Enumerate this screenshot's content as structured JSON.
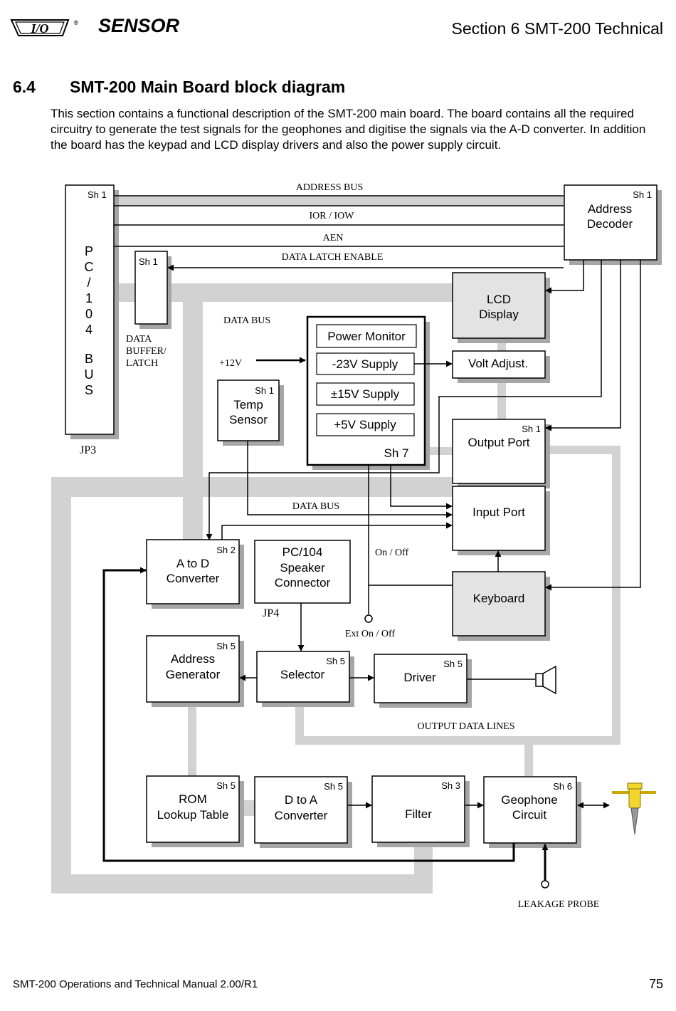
{
  "header": {
    "logo_text": "I/O",
    "registered_mark": "®",
    "brand": "SENSOR",
    "section": "Section 6 SMT-200 Technical"
  },
  "section": {
    "number": "6.4",
    "title": "SMT-200 Main Board block diagram",
    "intro": "This section contains a functional description of the SMT-200 main board. The board contains all the required circuitry to generate the test signals for the geophones and digitise the signals via the A-D converter. In addition the board has the keypad and LCD display drivers and also the power supply circuit."
  },
  "diagram": {
    "pc104": {
      "sheet": "Sh 1",
      "letters": [
        "P",
        "C",
        "/",
        "1",
        "0",
        "4",
        "B",
        "U",
        "S"
      ],
      "jp": "JP3"
    },
    "address_decoder": {
      "sheet": "Sh 1",
      "line1": "Address",
      "line2": "Decoder"
    },
    "data_buffer": {
      "sheet": "Sh 1",
      "line1": "DATA",
      "line2": "BUFFER/",
      "line3": "LATCH"
    },
    "bus_labels": {
      "address_bus": "ADDRESS BUS",
      "ior_iow": "IOR / IOW",
      "aen": "AEN",
      "data_latch_enable": "DATA  LATCH ENABLE",
      "data_bus_top": "DATA  BUS",
      "data_bus_mid": "DATA  BUS",
      "plus12v": "+12V",
      "output_data_lines": "OUTPUT DATA LINES",
      "on_off": "On / Off",
      "ext_on_off": "Ext On / Off",
      "leakage_probe": "LEAKAGE PROBE"
    },
    "lcd": {
      "line1": "LCD",
      "line2": "Display"
    },
    "power": {
      "power_monitor": "Power Monitor",
      "minus23": "-23V Supply",
      "pm15": "±15V Supply",
      "plus5": "+5V Supply",
      "sheet": "Sh 7"
    },
    "volt_adjust": "Volt Adjust.",
    "temp_sensor": {
      "sheet": "Sh 1",
      "line1": "Temp",
      "line2": "Sensor"
    },
    "output_port": {
      "sheet": "Sh 1",
      "label": "Output Port"
    },
    "input_port": {
      "label": "Input Port"
    },
    "keyboard": {
      "label": "Keyboard"
    },
    "a_to_d": {
      "sheet": "Sh 2",
      "line1": "A to D",
      "line2": "Converter"
    },
    "speaker_conn": {
      "line1": "PC/104",
      "line2": "Speaker",
      "line3": "Connector",
      "jp": "JP4"
    },
    "address_gen": {
      "sheet": "Sh 5",
      "line1": "Address",
      "line2": "Generator"
    },
    "selector": {
      "sheet": "Sh 5",
      "label": "Selector"
    },
    "driver": {
      "sheet": "Sh 5",
      "label": "Driver"
    },
    "rom": {
      "sheet": "Sh 5",
      "line1": "ROM",
      "line2": "Lookup Table"
    },
    "d_to_a": {
      "sheet": "Sh 5",
      "line1": "D to A",
      "line2": "Converter"
    },
    "filter": {
      "sheet": "Sh 3",
      "label": "Filter"
    },
    "geophone": {
      "sheet": "Sh 6",
      "line1": "Geophone",
      "line2": "Circuit"
    },
    "colors": {
      "bus": "#d2d2d2",
      "shadow": "#a6a6a6",
      "shaded_box": "#e3e3e3",
      "geophone": "#f2d52e"
    }
  },
  "footer": {
    "manual": "SMT-200 Operations and Technical Manual 2.00/R1",
    "page": "75"
  }
}
